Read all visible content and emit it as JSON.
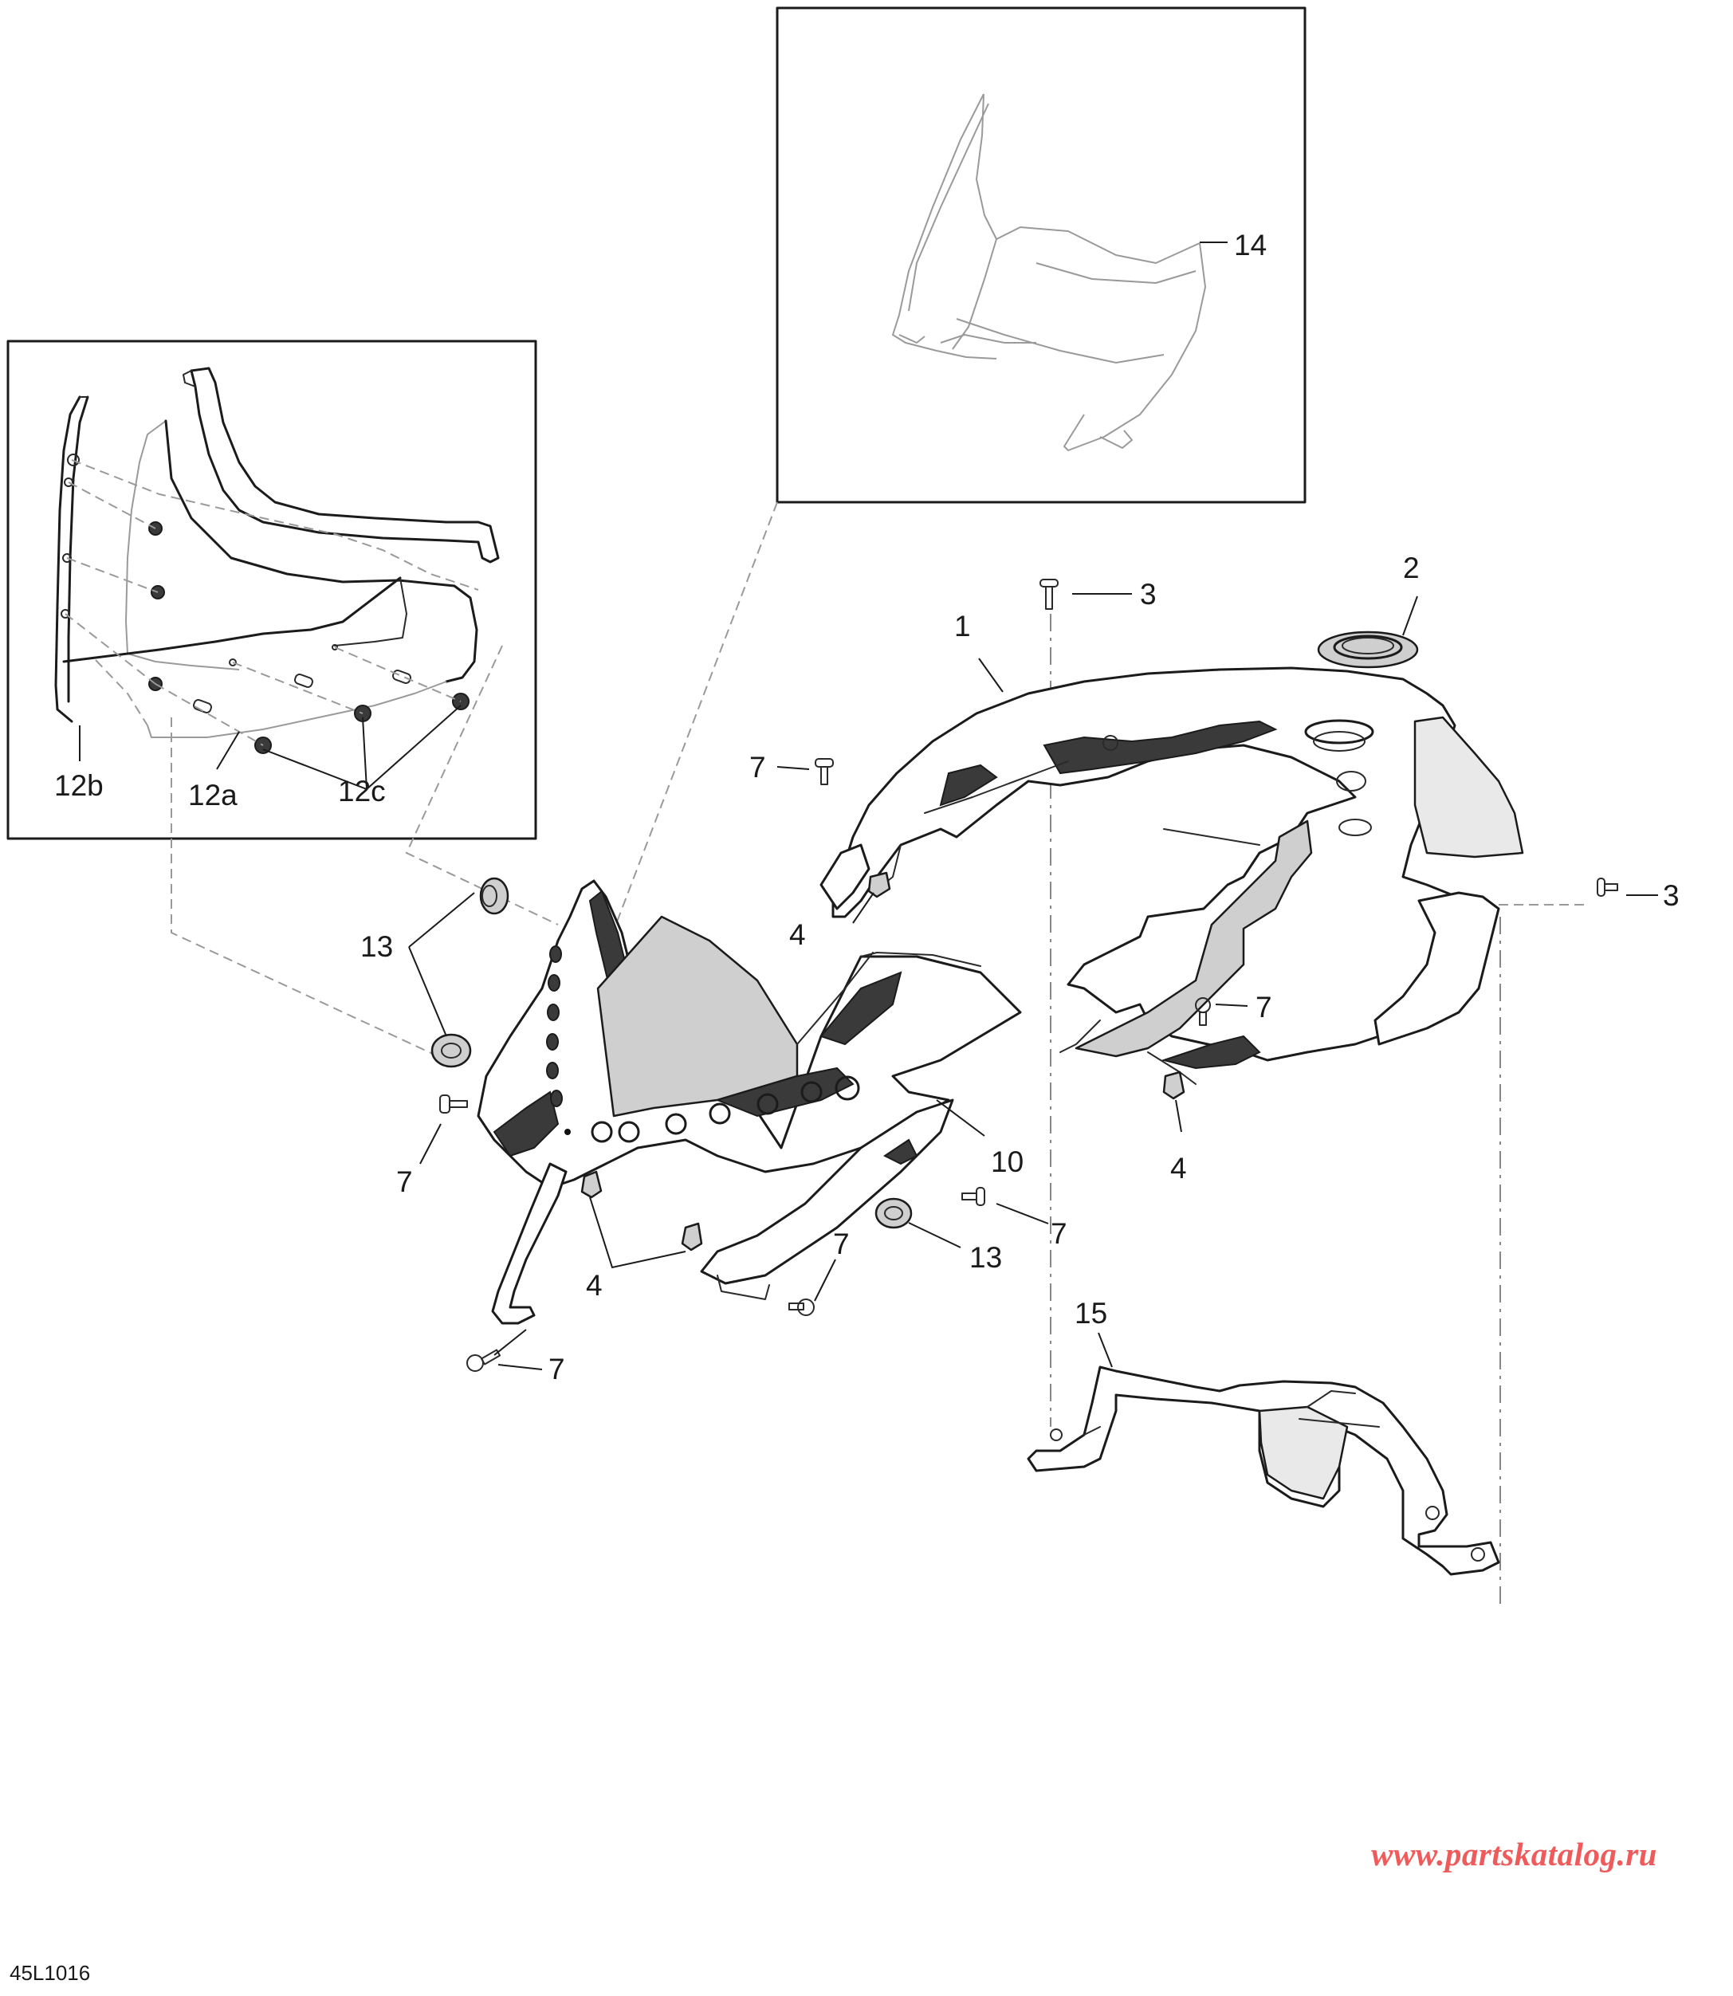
{
  "callouts": {
    "c1": "1",
    "c2": "2",
    "c3a": "3",
    "c3b": "3",
    "c4a": "4",
    "c4b": "4",
    "c4c": "4",
    "c7a": "7",
    "c7b": "7",
    "c7c": "7",
    "c7d": "7",
    "c7e": "7",
    "c7f": "7",
    "c10": "10",
    "c12a": "12a",
    "c12b": "12b",
    "c12c": "12c",
    "c13a": "13",
    "c13b": "13",
    "c14": "14",
    "c15": "15"
  },
  "watermark": "www.partskatalog.ru",
  "figure_id": "45L1016",
  "colors": {
    "ink": "#1b1b1b",
    "watermark": "#ef5b5b",
    "dashed_lines": "#9a9a9a"
  }
}
